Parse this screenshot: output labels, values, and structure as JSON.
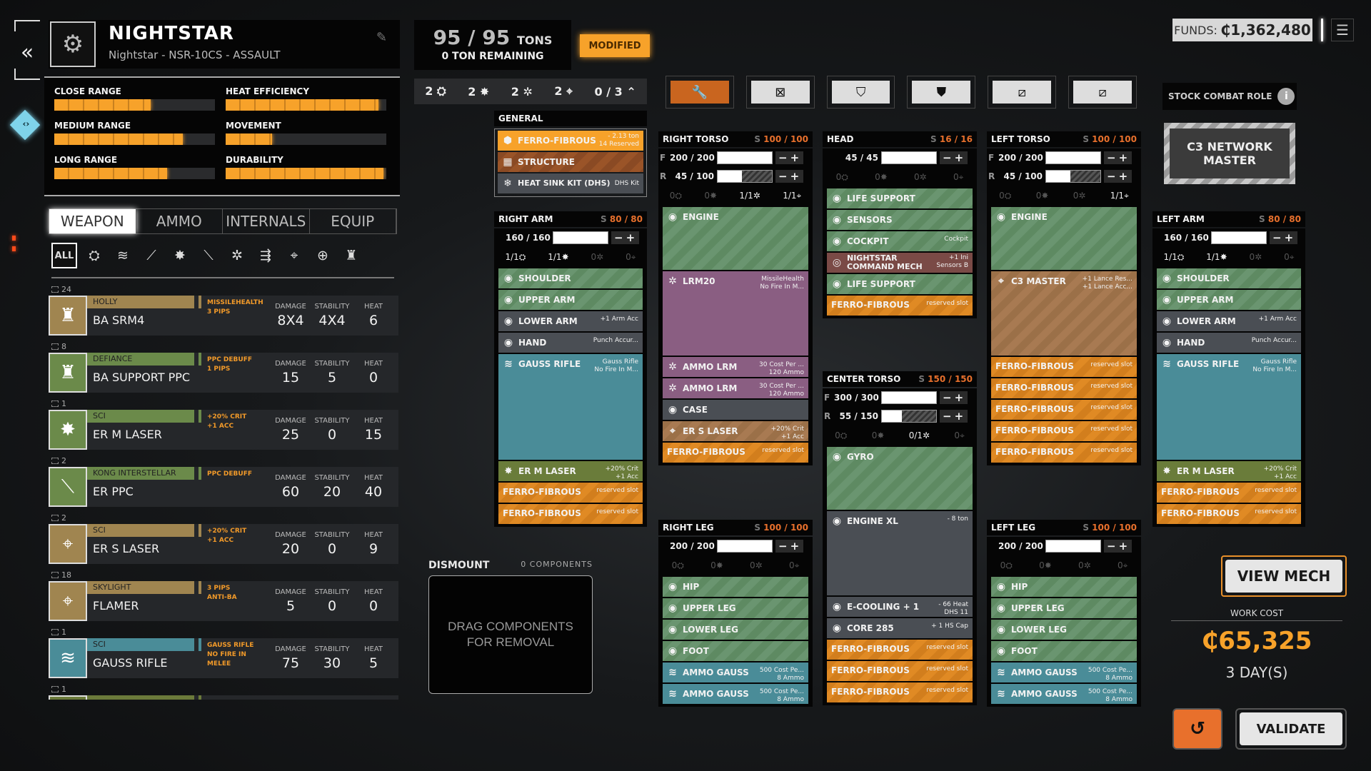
{
  "mech": {
    "name": "NIGHTSTAR",
    "subtitle": "Nightstar - NSR-10CS - ASSAULT",
    "back_icon": "double-chevron-left-icon",
    "edit_icon": "edit-icon"
  },
  "stats": [
    {
      "label": "CLOSE RANGE",
      "value": 0.6
    },
    {
      "label": "HEAT EFFICIENCY",
      "value": 0.95
    },
    {
      "label": "MEDIUM RANGE",
      "value": 0.8
    },
    {
      "label": "MOVEMENT",
      "value": 0.29
    },
    {
      "label": "LONG RANGE",
      "value": 0.7
    },
    {
      "label": "DURABILITY",
      "value": 0.98
    }
  ],
  "tabs": [
    "WEAPON",
    "AMMO",
    "INTERNALS",
    "EQUIP"
  ],
  "filters": {
    "all_label": "ALL",
    "icons": [
      "ballistic-icon",
      "gauss-icon",
      "artillery-icon",
      "energy-icon",
      "ppc-icon",
      "missile-icon",
      "lrm-icon",
      "support-icon",
      "melee-icon",
      "battle-armor-icon"
    ]
  },
  "weapons": [
    {
      "qty": "24",
      "maker": "HOLLY",
      "name": "BA SRM4",
      "tags": [
        "MISSILEHEALTH",
        "3 PIPS"
      ],
      "damage": "8X4",
      "stability": "4X4",
      "heat": "6",
      "color": "#a08550",
      "icon": "battle-armor-icon"
    },
    {
      "qty": "8",
      "maker": "DEFIANCE",
      "name": "BA SUPPORT PPC",
      "tags": [
        "PPC DEBUFF",
        "1 PIPS"
      ],
      "damage": "15",
      "stability": "5",
      "heat": "0",
      "color": "#6b8a4a",
      "icon": "battle-armor-icon"
    },
    {
      "qty": "1",
      "maker": "SCI",
      "name": "ER M LASER",
      "tags": [
        "+20% CRIT",
        "+1 ACC"
      ],
      "damage": "25",
      "stability": "0",
      "heat": "15",
      "color": "#6b8a4a",
      "icon": "energy-icon"
    },
    {
      "qty": "2",
      "maker": "KONG INTERSTELLAR",
      "name": "ER PPC",
      "tags": [
        "PPC DEBUFF"
      ],
      "damage": "60",
      "stability": "20",
      "heat": "40",
      "color": "#6b8a4a",
      "icon": "ppc-icon"
    },
    {
      "qty": "2",
      "maker": "SCI",
      "name": "ER S LASER",
      "tags": [
        "+20% CRIT",
        "+1 ACC"
      ],
      "damage": "20",
      "stability": "0",
      "heat": "9",
      "color": "#a08550",
      "icon": "support-icon"
    },
    {
      "qty": "18",
      "maker": "SKYLIGHT",
      "name": "FLAMER",
      "tags": [
        "3 PIPS",
        "ANTI-BA"
      ],
      "damage": "5",
      "stability": "0",
      "heat": "0",
      "color": "#a08550",
      "icon": "support-icon"
    },
    {
      "qty": "1",
      "maker": "SCI",
      "name": "GAUSS RIFLE",
      "tags": [
        "GAUSS RIFLE",
        "NO FIRE IN MELEE"
      ],
      "damage": "75",
      "stability": "30",
      "heat": "5",
      "color": "#4a8c98",
      "icon": "gauss-icon"
    },
    {
      "qty": "1",
      "maker": "",
      "name": "",
      "tags": [],
      "damage": "",
      "stability": "",
      "heat": "",
      "color": "#6b7a3a",
      "icon": "weapon-icon"
    }
  ],
  "weapon_stat_headers": {
    "damage": "DAMAGE",
    "stability": "STABILITY",
    "heat": "HEAT"
  },
  "tonnage": {
    "value": "95 / 95",
    "unit": "TONS",
    "remaining": "0 TON REMAINING"
  },
  "modified_label": "MODIFIED",
  "hardpoints": [
    "2",
    "2",
    "2",
    "2",
    "0 / 3"
  ],
  "toolbar_icons": [
    "wrench-icon",
    "strip-armor-icon",
    "strip-structure-icon",
    "armor-icon",
    "hide-icon",
    "hide-alt-icon"
  ],
  "funds": {
    "label": "FUNDS:",
    "value": "₵1,362,480"
  },
  "combat_role": {
    "label": "STOCK COMBAT ROLE",
    "value": "C3 NETWORK MASTER"
  },
  "general": {
    "title": "GENERAL",
    "items": [
      {
        "name": "FERRO-FIBROUS",
        "desc": "- 2.13 ton\n14 Reserved"
      },
      {
        "name": "STRUCTURE",
        "desc": ""
      },
      {
        "name": "HEAT SINK KIT (DHS)",
        "desc": "DHS Kit"
      }
    ]
  },
  "locations": {
    "right_arm": {
      "title": "RIGHT ARM",
      "s": "80 / 80",
      "armor": [
        {
          "fr": "",
          "v": "160 / 160",
          "fill": 1
        }
      ],
      "hps": [
        "1/1",
        "1/1",
        "0",
        "0"
      ],
      "slots": [
        {
          "n": "SHOULDER",
          "d": "",
          "c": "g"
        },
        {
          "n": "UPPER ARM",
          "d": "",
          "c": "g"
        },
        {
          "n": "LOWER ARM",
          "d": "+1 Arm Acc",
          "c": "gr"
        },
        {
          "n": "HAND",
          "d": "Punch Accur...",
          "c": "gr"
        },
        {
          "n": "GAUSS RIFLE",
          "d": "Gauss Rifle\nNo Fire In M...",
          "c": "tl",
          "h": 5
        },
        {
          "n": "ER M LASER",
          "d": "+20% Crit\n+1 Acc",
          "c": "lg"
        },
        {
          "n": "FERRO-FIBROUS",
          "d": "reserved slot",
          "c": "ff"
        },
        {
          "n": "FERRO-FIBROUS",
          "d": "reserved slot",
          "c": "ff"
        }
      ]
    },
    "right_torso": {
      "title": "RIGHT TORSO",
      "s": "100 / 100",
      "armor": [
        {
          "fr": "F",
          "v": "200 / 200",
          "fill": 1
        },
        {
          "fr": "R",
          "v": "45 / 100",
          "fill": 0.45
        }
      ],
      "hps": [
        "0",
        "0",
        "1/1",
        "1/1"
      ],
      "slots": [
        {
          "n": "ENGINE",
          "d": "",
          "c": "g",
          "h": 3
        },
        {
          "n": "LRM20",
          "d": "MissileHealth\nNo Fire In M...",
          "c": "pu",
          "h": 4
        },
        {
          "n": "AMMO LRM",
          "d": "30 Cost Per ...\n120 Ammo",
          "c": "pu"
        },
        {
          "n": "AMMO LRM",
          "d": "30 Cost Per ...\n120 Ammo",
          "c": "pu"
        },
        {
          "n": "CASE",
          "d": "",
          "c": "gr"
        },
        {
          "n": "ER S LASER",
          "d": "+20% Crit\n+1 Acc",
          "c": "ta"
        },
        {
          "n": "FERRO-FIBROUS",
          "d": "reserved slot",
          "c": "ff"
        }
      ]
    },
    "head": {
      "title": "HEAD",
      "s": "16 / 16",
      "armor": [
        {
          "fr": "",
          "v": "45 / 45",
          "fill": 1
        }
      ],
      "hps": [
        "0",
        "0",
        "0",
        "0"
      ],
      "slots": [
        {
          "n": "LIFE SUPPORT",
          "d": "",
          "c": "g"
        },
        {
          "n": "SENSORS",
          "d": "",
          "c": "g"
        },
        {
          "n": "COCKPIT",
          "d": "Cockpit",
          "c": "g"
        },
        {
          "n": "NIGHTSTAR COMMAND MECH",
          "d": "+1 Ini\nSensors B",
          "c": "rd"
        },
        {
          "n": "LIFE SUPPORT",
          "d": "",
          "c": "g"
        },
        {
          "n": "FERRO-FIBROUS",
          "d": "reserved slot",
          "c": "ff"
        }
      ]
    },
    "center_torso": {
      "title": "CENTER TORSO",
      "s": "150 / 150",
      "armor": [
        {
          "fr": "F",
          "v": "300 / 300",
          "fill": 1
        },
        {
          "fr": "R",
          "v": "55 / 150",
          "fill": 0.37
        }
      ],
      "hps": [
        "0",
        "0",
        "0/1",
        "0"
      ],
      "slots": [
        {
          "n": "GYRO",
          "d": "",
          "c": "g",
          "h": 3
        },
        {
          "n": "ENGINE XL",
          "d": "- 8 ton",
          "c": "gr",
          "h": 4
        },
        {
          "n": "E-COOLING + 1",
          "d": "- 66 Heat\nDHS 11",
          "c": "gr"
        },
        {
          "n": "CORE 285",
          "d": "+ 1 HS Cap",
          "c": "gr"
        },
        {
          "n": "FERRO-FIBROUS",
          "d": "reserved slot",
          "c": "ff"
        },
        {
          "n": "FERRO-FIBROUS",
          "d": "reserved slot",
          "c": "ff"
        },
        {
          "n": "FERRO-FIBROUS",
          "d": "reserved slot",
          "c": "ff"
        }
      ]
    },
    "left_torso": {
      "title": "LEFT TORSO",
      "s": "100 / 100",
      "armor": [
        {
          "fr": "F",
          "v": "200 / 200",
          "fill": 1
        },
        {
          "fr": "R",
          "v": "45 / 100",
          "fill": 0.45
        }
      ],
      "hps": [
        "0",
        "0",
        "0",
        "1/1"
      ],
      "slots": [
        {
          "n": "ENGINE",
          "d": "",
          "c": "g",
          "h": 3
        },
        {
          "n": "C3 MASTER",
          "d": "+1 Lance Res...\n+1 Lance Acc...",
          "c": "ta",
          "h": 4
        },
        {
          "n": "FERRO-FIBROUS",
          "d": "reserved slot",
          "c": "ff"
        },
        {
          "n": "FERRO-FIBROUS",
          "d": "reserved slot",
          "c": "ff"
        },
        {
          "n": "FERRO-FIBROUS",
          "d": "reserved slot",
          "c": "ff"
        },
        {
          "n": "FERRO-FIBROUS",
          "d": "reserved slot",
          "c": "ff"
        },
        {
          "n": "FERRO-FIBROUS",
          "d": "reserved slot",
          "c": "ff"
        }
      ]
    },
    "left_arm": {
      "title": "LEFT ARM",
      "s": "80 / 80",
      "armor": [
        {
          "fr": "",
          "v": "160 / 160",
          "fill": 1
        }
      ],
      "hps": [
        "1/1",
        "1/1",
        "0",
        "0"
      ],
      "slots": [
        {
          "n": "SHOULDER",
          "d": "",
          "c": "g"
        },
        {
          "n": "UPPER ARM",
          "d": "",
          "c": "g"
        },
        {
          "n": "LOWER ARM",
          "d": "+1 Arm Acc",
          "c": "gr"
        },
        {
          "n": "HAND",
          "d": "Punch Accur...",
          "c": "gr"
        },
        {
          "n": "GAUSS RIFLE",
          "d": "Gauss Rifle\nNo Fire In M...",
          "c": "tl",
          "h": 5
        },
        {
          "n": "ER M LASER",
          "d": "+20% Crit\n+1 Acc",
          "c": "lg"
        },
        {
          "n": "FERRO-FIBROUS",
          "d": "reserved slot",
          "c": "ff"
        },
        {
          "n": "FERRO-FIBROUS",
          "d": "reserved slot",
          "c": "ff"
        }
      ]
    },
    "right_leg": {
      "title": "RIGHT LEG",
      "s": "100 / 100",
      "armor": [
        {
          "fr": "",
          "v": "200 / 200",
          "fill": 1
        }
      ],
      "hps": [
        "0",
        "0",
        "0",
        "0"
      ],
      "slots": [
        {
          "n": "HIP",
          "d": "",
          "c": "g"
        },
        {
          "n": "UPPER LEG",
          "d": "",
          "c": "g"
        },
        {
          "n": "LOWER LEG",
          "d": "",
          "c": "g"
        },
        {
          "n": "FOOT",
          "d": "",
          "c": "g"
        },
        {
          "n": "AMMO GAUSS",
          "d": "500 Cost Pe...\n8 Ammo",
          "c": "tl"
        },
        {
          "n": "AMMO GAUSS",
          "d": "500 Cost Pe...\n8 Ammo",
          "c": "tl"
        }
      ]
    },
    "left_leg": {
      "title": "LEFT LEG",
      "s": "100 / 100",
      "armor": [
        {
          "fr": "",
          "v": "200 / 200",
          "fill": 1
        }
      ],
      "hps": [
        "0",
        "0",
        "0",
        "0"
      ],
      "slots": [
        {
          "n": "HIP",
          "d": "",
          "c": "g"
        },
        {
          "n": "UPPER LEG",
          "d": "",
          "c": "g"
        },
        {
          "n": "LOWER LEG",
          "d": "",
          "c": "g"
        },
        {
          "n": "FOOT",
          "d": "",
          "c": "g"
        },
        {
          "n": "AMMO GAUSS",
          "d": "500 Cost Pe...\n8 Ammo",
          "c": "tl"
        },
        {
          "n": "AMMO GAUSS",
          "d": "500 Cost Pe...\n8 Ammo",
          "c": "tl"
        }
      ]
    }
  },
  "dismount": {
    "title": "DISMOUNT",
    "count": "0 COMPONENTS",
    "hint": "DRAG COMPONENTS\nFOR REMOVAL"
  },
  "actions": {
    "view_mech": "VIEW MECH",
    "work_cost_label": "WORK COST",
    "work_cost": "₵65,325",
    "days": "3 DAY(S)",
    "validate": "VALIDATE",
    "undo_icon": "undo-icon"
  },
  "colors": {
    "accent": "#f7a22a",
    "structure": "#e8702c"
  }
}
